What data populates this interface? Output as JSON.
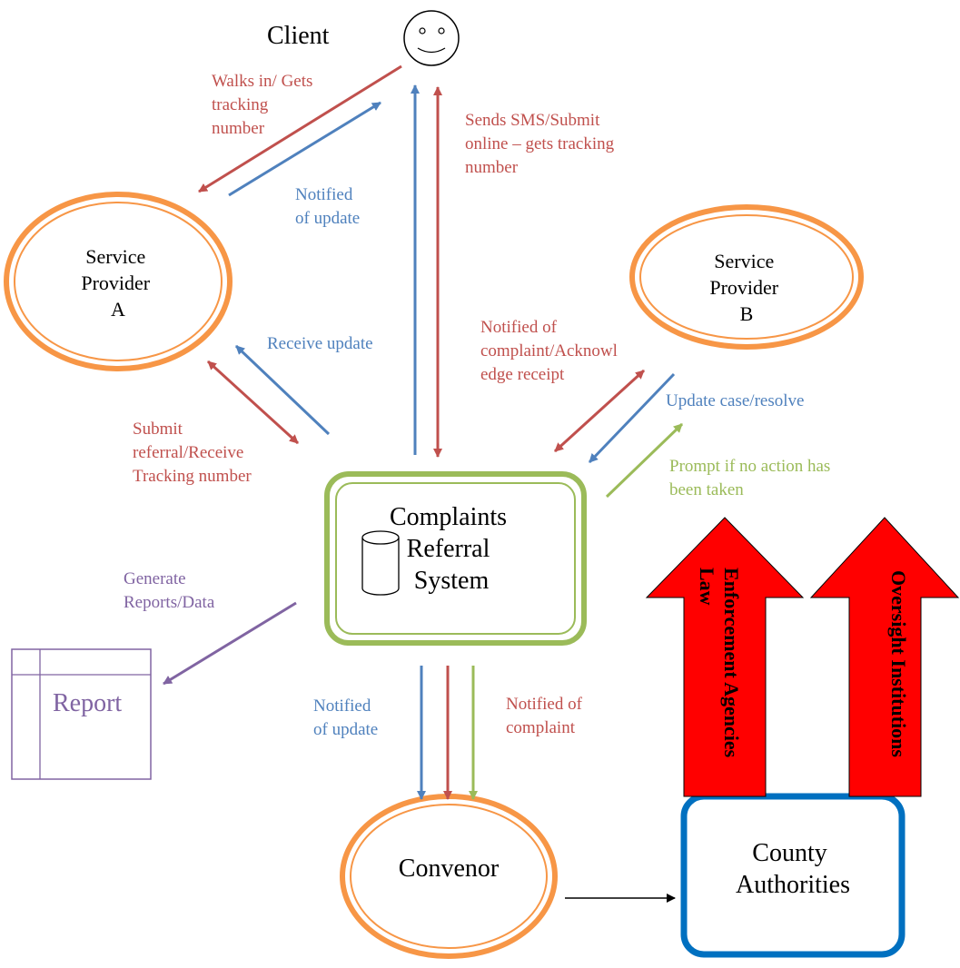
{
  "nodes": {
    "client": "Client",
    "service_provider_a": [
      "Service",
      "Provider",
      "A"
    ],
    "service_provider_b": [
      "Service",
      "Provider",
      "B"
    ],
    "complaints_referral_system": [
      "Complaints",
      "Referral",
      "System"
    ],
    "convenor": "Convenor",
    "county_authorities": [
      "County",
      "Authorities"
    ],
    "report": "Report",
    "law_enforcement_agencies": [
      "Law",
      "Enforcement Agencies"
    ],
    "oversight_institutions": "Oversight Institutions"
  },
  "edge_labels": {
    "walks_in": [
      "Walks in/ Gets",
      "tracking",
      "number"
    ],
    "notified_of_update_a": [
      "Notified",
      "of update"
    ],
    "sends_sms": [
      "Sends SMS/Submit",
      "online – gets tracking",
      "number"
    ],
    "receive_update": "Receive update",
    "submit_referral": [
      "Submit",
      "referral/Receive",
      "Tracking number"
    ],
    "notified_of_complaint_b": [
      "Notified of",
      "complaint/Acknowl",
      "edge receipt"
    ],
    "update_case": "Update case/resolve",
    "prompt": [
      "Prompt if no action has",
      "been taken"
    ],
    "generate_reports": [
      "Generate",
      "Reports/Data"
    ],
    "notified_of_update_convenor": [
      "Notified",
      "of update"
    ],
    "notified_of_complaint_convenor": [
      "Notified of",
      "complaint"
    ]
  },
  "colors": {
    "red": "#c0504d",
    "blue": "#4f81bd",
    "green": "#9bbb59",
    "purple": "#8064a2",
    "orange": "#f79646",
    "system_border": "#9bbb59",
    "county_border": "#0070c0",
    "big_arrow": "#ff0000"
  }
}
